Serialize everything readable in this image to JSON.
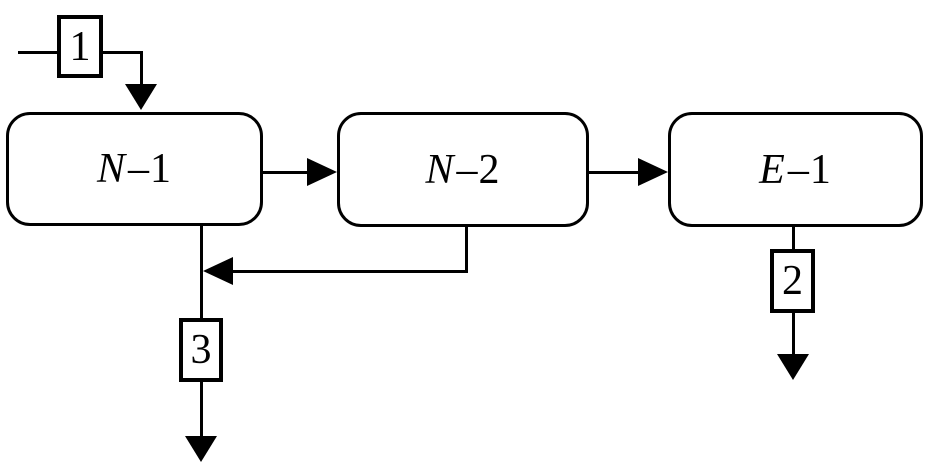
{
  "diagram": {
    "type": "process-flow-diagram",
    "colors": {
      "background": "#ffffff",
      "line": "#000000",
      "node_fill": "#ffffff",
      "text": "#000000"
    },
    "nodes": [
      {
        "id": "N-1",
        "label_prefix": "N",
        "label_suffix": "–1"
      },
      {
        "id": "N-2",
        "label_prefix": "N",
        "label_suffix": "–2"
      },
      {
        "id": "E-1",
        "label_prefix": "E",
        "label_suffix": "–1"
      }
    ],
    "streams": [
      {
        "number": "1",
        "role": "feed entering N-1 from top-left"
      },
      {
        "number": "2",
        "role": "outlet leaving E-1 downward"
      },
      {
        "number": "3",
        "role": "outlet leaving N-1 downward"
      }
    ],
    "edges": [
      "stream 1 -> N-1 (arrow into top of N-1)",
      "N-1 -> N-2 (arrow right)",
      "N-2 -> E-1 (arrow right)",
      "N-2 bottom -> recycle left -> joins N-1 bottom outlet line (arrow left)",
      "N-1 bottom -> stream 3 -> arrow down",
      "E-1 bottom -> stream 2 -> arrow down"
    ]
  }
}
